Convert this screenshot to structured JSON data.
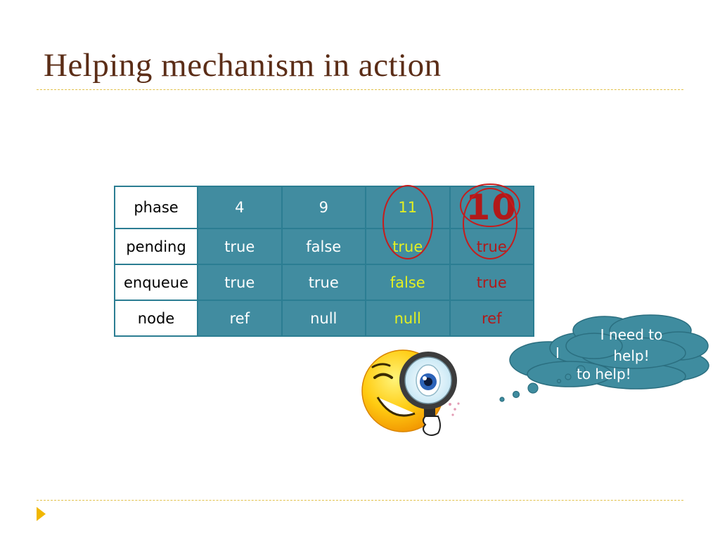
{
  "slide": {
    "title": "Helping mechanism in action"
  },
  "table": {
    "rows": [
      {
        "label": "phase",
        "cells": [
          "4",
          "9",
          "11",
          "10"
        ]
      },
      {
        "label": "pending",
        "cells": [
          "true",
          "false",
          "true",
          "true"
        ]
      },
      {
        "label": "enqueue",
        "cells": [
          "true",
          "true",
          "false",
          "true"
        ]
      },
      {
        "label": "node",
        "cells": [
          "ref",
          "null",
          "null",
          "ref"
        ]
      }
    ]
  },
  "thought_bubbles": {
    "back_line1": "I",
    "back_line2": "to help!",
    "front_line1": "I need to",
    "front_line2": "help!"
  },
  "icons": {
    "character": "winking-smiley-with-magnifying-glass-icon",
    "bullet": "triangle-bullet-icon"
  },
  "colors": {
    "title": "#5b2d17",
    "rule": "#e2c14a",
    "table_cell": "#418ca0",
    "table_border": "#2b7d92",
    "highlight_yellow": "#e4f021",
    "highlight_red": "#b11919",
    "circle_red": "#c61c1c",
    "cloud": "#3f8c9f",
    "bullet": "#f1b700"
  }
}
